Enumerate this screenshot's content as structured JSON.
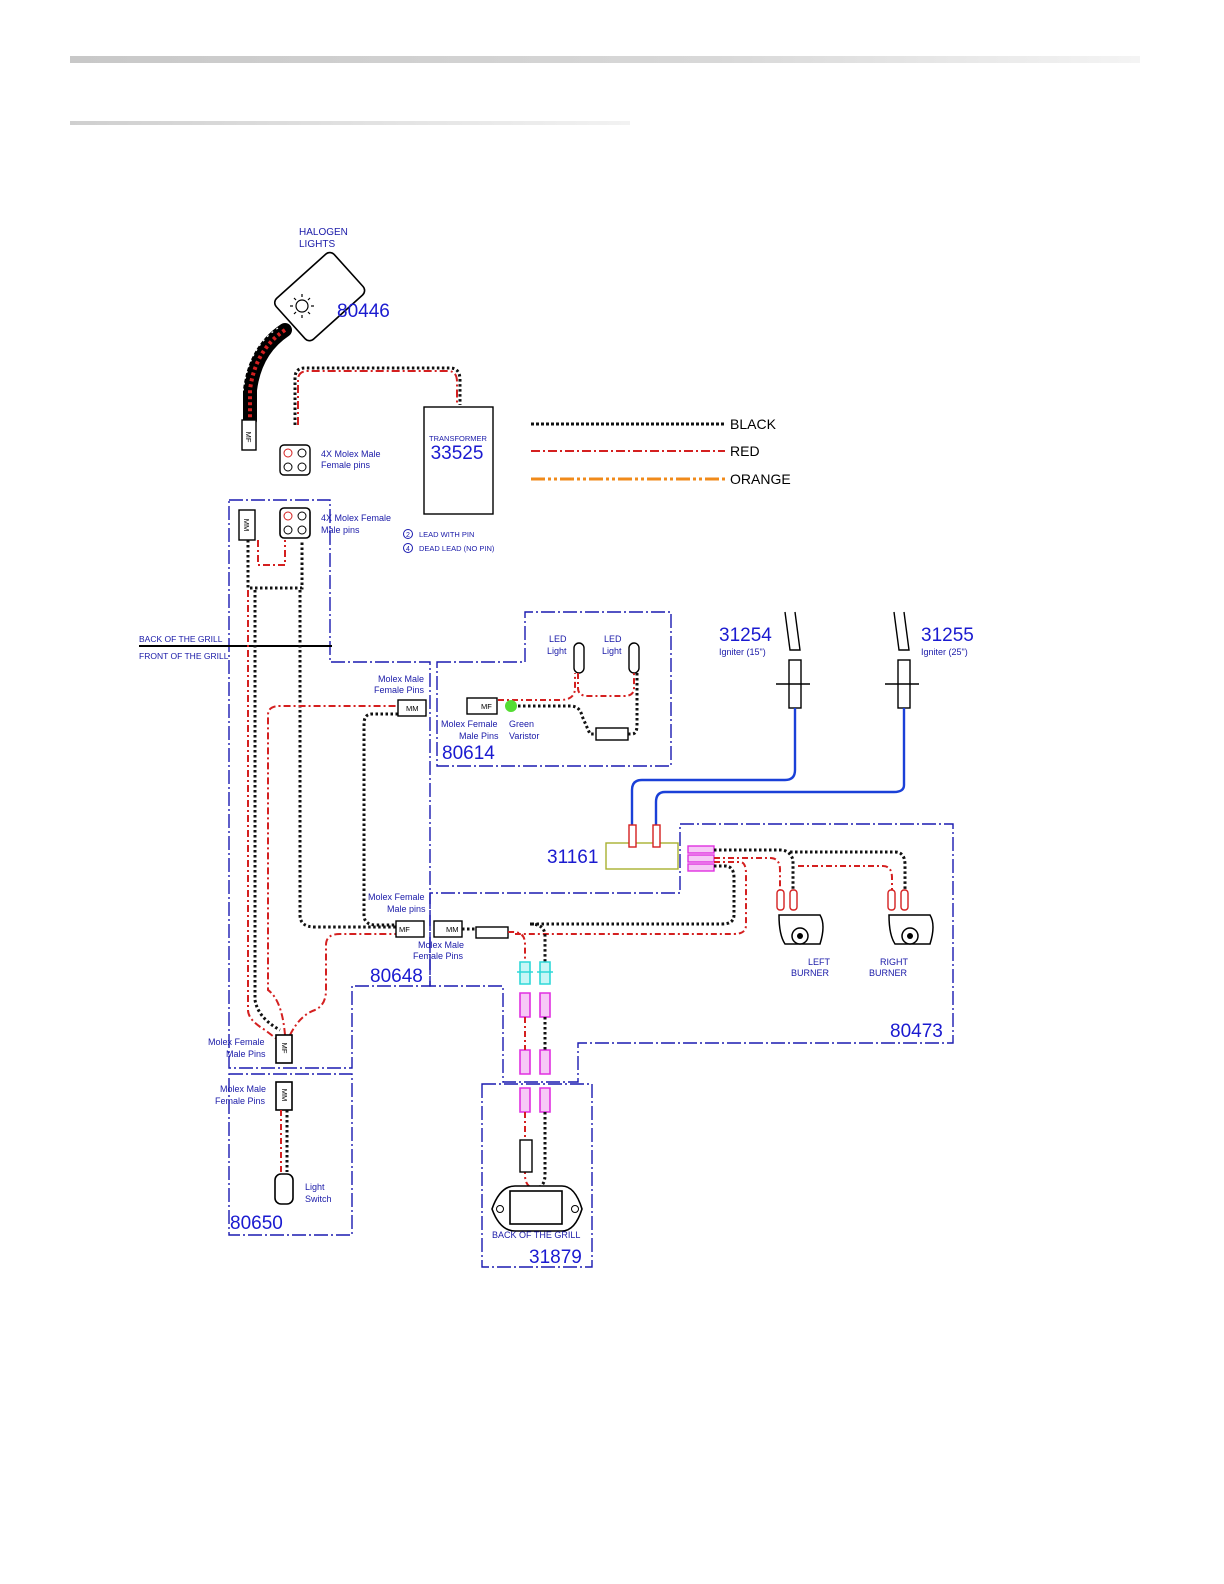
{
  "colors": {
    "black_wire": "#111111",
    "red_wire": "#d42020",
    "orange_wire": "#f08a1a",
    "blue_wire": "#1a40d8",
    "boundary": "#1a1ab0",
    "cyan_terminal": "#2fd8d8",
    "magenta_terminal": "#e030e0",
    "green_dot": "#55dd33"
  },
  "legend": {
    "black": "BLACK",
    "red": "RED",
    "orange": "ORANGE"
  },
  "parts": {
    "halogen": {
      "title1": "HALOGEN",
      "title2": "LIGHTS",
      "number": "80446"
    },
    "transformer": {
      "title": "TRANSFORMER",
      "number": "33525"
    },
    "molex_male_4x": {
      "line1": "4X Molex Male",
      "line2": "Female pins"
    },
    "molex_female_4x": {
      "line1": "4X Molex Female",
      "line2": "Male pins"
    },
    "pin_note": {
      "n1": "2",
      "t1": "LEAD WITH PIN",
      "n2": "4",
      "t2": "DEAD LEAD (NO PIN)"
    },
    "grill_line": {
      "back": "BACK OF THE GRILL",
      "front": "FRONT OF THE GRILL"
    },
    "led_module": {
      "led1a": "LED",
      "led1b": "Light",
      "led2a": "LED",
      "led2b": "Light",
      "molex1": "Molex Female",
      "molex2": "Male Pins",
      "green1": "Green",
      "green2": "Varistor",
      "number": "80614"
    },
    "molex_mf_top": {
      "line1": "Molex Male",
      "line2": "Female Pins"
    },
    "molex_fm_mid": {
      "line1": "Molex Female",
      "line2": "Male pins"
    },
    "molex_mf_mid": {
      "line1": "Molex Male",
      "line2": "Female Pins"
    },
    "harness_80648": {
      "number": "80648"
    },
    "igniter_left": {
      "number": "31254",
      "label": "Igniter (15\")"
    },
    "igniter_right": {
      "number": "31255",
      "label": "Igniter (25\")"
    },
    "module_31161": {
      "number": "31161"
    },
    "burners": {
      "left1": "LEFT",
      "left2": "BURNER",
      "right1": "RIGHT",
      "right2": "BURNER"
    },
    "harness_80473": {
      "number": "80473"
    },
    "switch_block": {
      "molexf1": "Molex Female",
      "molexf2": "Male Pins",
      "molexm1": "Molex Male",
      "molexm2": "Female Pins",
      "sw1": "Light",
      "sw2": "Switch",
      "number": "80650"
    },
    "grill_back": {
      "label": "BACK OF THE GRILL",
      "number": "31879"
    },
    "connector_codes": {
      "mf": "MF",
      "mm": "MM"
    }
  }
}
